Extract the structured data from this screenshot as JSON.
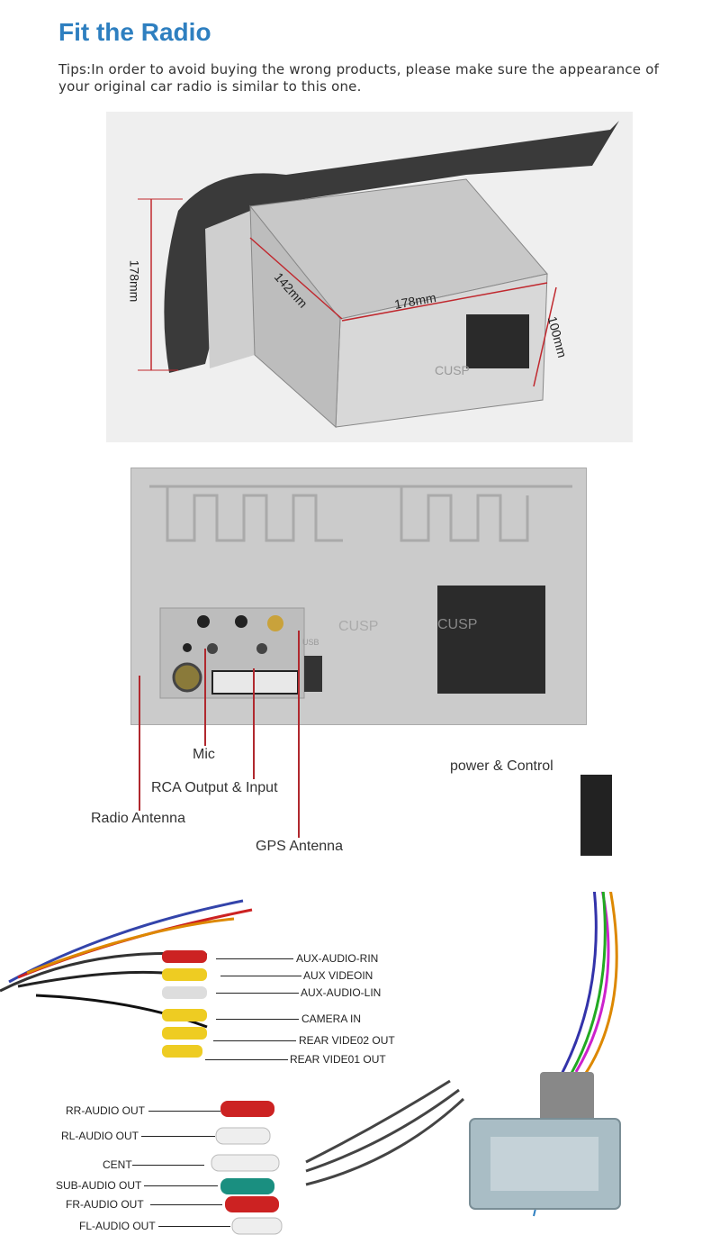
{
  "title": "Fit the Radio",
  "tips": "Tips:In order to avoid buying the wrong products, please make sure the appearance of your original car radio is similar to this one.",
  "dimensions": {
    "height": "178mm",
    "depth": "142mm",
    "width": "178mm",
    "box_height": "100mm"
  },
  "brand": "CUSP",
  "ports": {
    "mic": "Mic",
    "rca": "RCA Output & Input",
    "radio": "Radio Antenna",
    "gps": "GPS Antenna",
    "power": "power & Control",
    "usb": "USB"
  },
  "rca_video": [
    "AUX-AUDIO-RIN",
    "AUX VIDEOIN",
    "AUX-AUDIO-LIN",
    "CAMERA IN",
    "REAR VIDE02 OUT",
    "REAR VIDE01 OUT"
  ],
  "rca_audio": [
    "RR-AUDIO OUT",
    "RL-AUDIO OUT",
    "CENT",
    "SUB-AUDIO OUT",
    "FR-AUDIO OUT",
    "FL-AUDIO OUT"
  ],
  "colors": {
    "title": "#2e7fc0",
    "dim_line": "#c0282e"
  }
}
